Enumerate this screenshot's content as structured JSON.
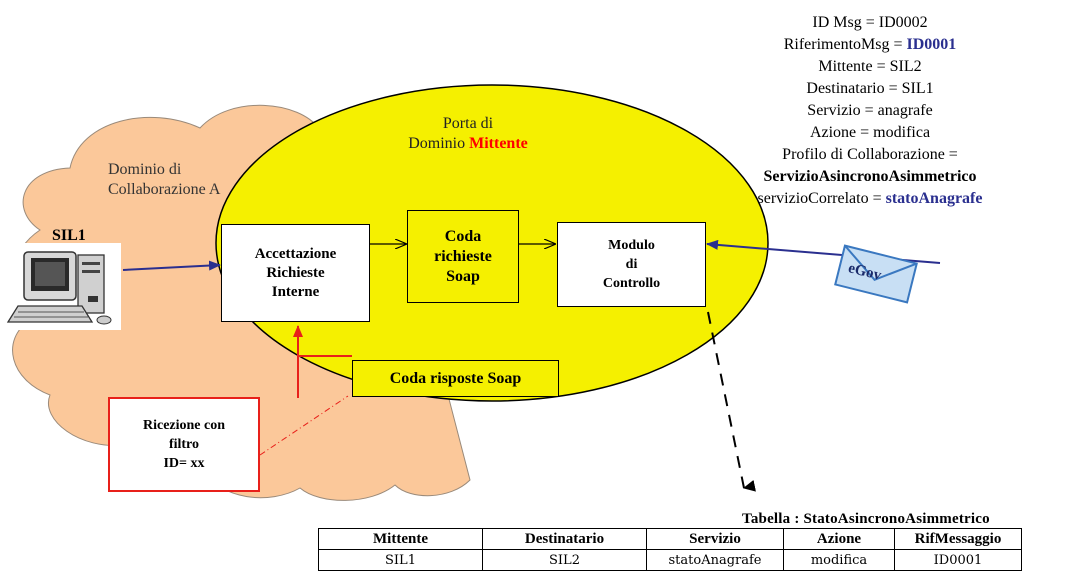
{
  "cloud": {
    "line1": "Dominio di",
    "line2": "Collaborazione A"
  },
  "sil1": {
    "label": "SIL1"
  },
  "porta": {
    "line1": "Porta di",
    "line2_prefix": "Dominio ",
    "line2_highlight": "Mittente",
    "highlight_color": "#ff0000"
  },
  "boxes": {
    "accettazione": [
      "Accettazione",
      "Richieste",
      "Interne"
    ],
    "coda_richieste": [
      "Coda",
      "richieste",
      "Soap"
    ],
    "modulo": [
      "Modulo",
      "di",
      "Controllo"
    ],
    "coda_risposte": "Coda risposte Soap",
    "ricezione": [
      "Ricezione con",
      "filtro",
      "ID= xx"
    ]
  },
  "envelope": {
    "label": "eGov"
  },
  "info": {
    "id_msg": "ID Msg = ID0002",
    "rif_prefix": "RiferimentoMsg = ",
    "rif_value": "ID0001",
    "mittente": "Mittente = SIL2",
    "destinatario": "Destinatario = SIL1",
    "servizio": "Servizio = anagrafe",
    "azione": "Azione = modifica",
    "profilo": "Profilo di Collaborazione =",
    "profilo_value": "ServizioAsincronoAsimmetrico",
    "correlato_prefix": "servizioCorrelato = ",
    "correlato_value": "statoAnagrafe"
  },
  "table": {
    "caption": "Tabella : StatoAsincronoAsimmetrico",
    "headers": [
      "Mittente",
      "Destinatario",
      "Servizio",
      "Azione",
      "RifMessaggio"
    ],
    "row": [
      "SIL1",
      "SIL2",
      "statoAnagrafe",
      "modifica",
      "ID0001"
    ]
  },
  "colors": {
    "cloud": "#fbc89a",
    "ellipse": "#f5f000",
    "arrow_blue": "#2a2f8f",
    "red": "#e8201a",
    "envelope": "#4a90d0"
  }
}
